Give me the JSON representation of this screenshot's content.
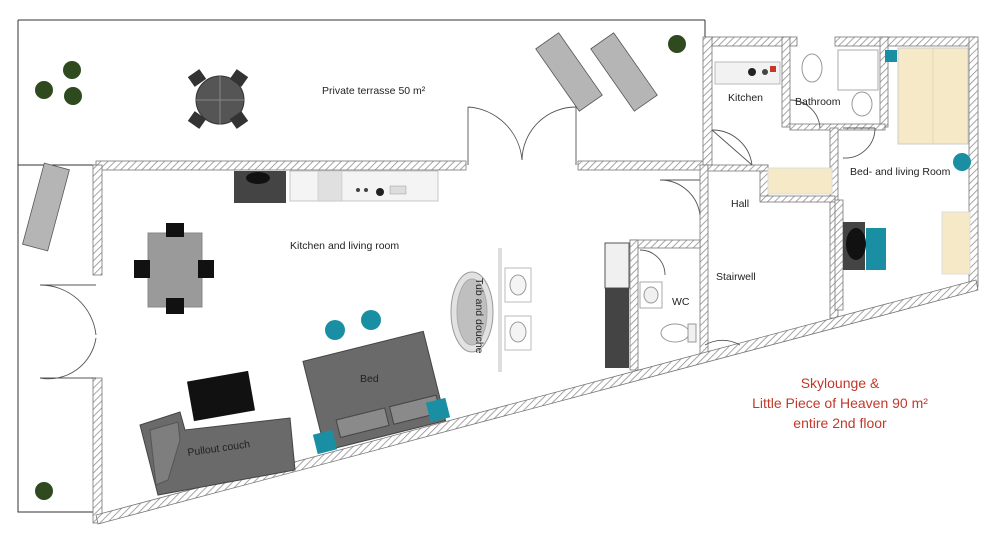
{
  "rooms": {
    "private_terrace": "Private terrasse 50 m²",
    "kitchen_living": "Kitchen and living room",
    "kitchen_small": "Kitchen",
    "bathroom": "Bathroom",
    "bed_living": "Bed- and living Room",
    "hall": "Hall",
    "stairwell": "Stairwell",
    "wc": "WC",
    "tub_shower": "Tub and douche",
    "bed": "Bed",
    "pullout_couch": "Pullout couch"
  },
  "caption": {
    "line1": "Skylounge &",
    "line2": "Little Piece of Heaven 90 m²",
    "line3": "entire 2nd floor"
  },
  "colors": {
    "wall": "#8f8f8f",
    "furniture_dark": "#555555",
    "furniture_black": "#111111",
    "teal": "#1a8fa3",
    "mattress": "#f5e9c8",
    "caption": "#c0392b",
    "plant": "#2e4a1e"
  }
}
